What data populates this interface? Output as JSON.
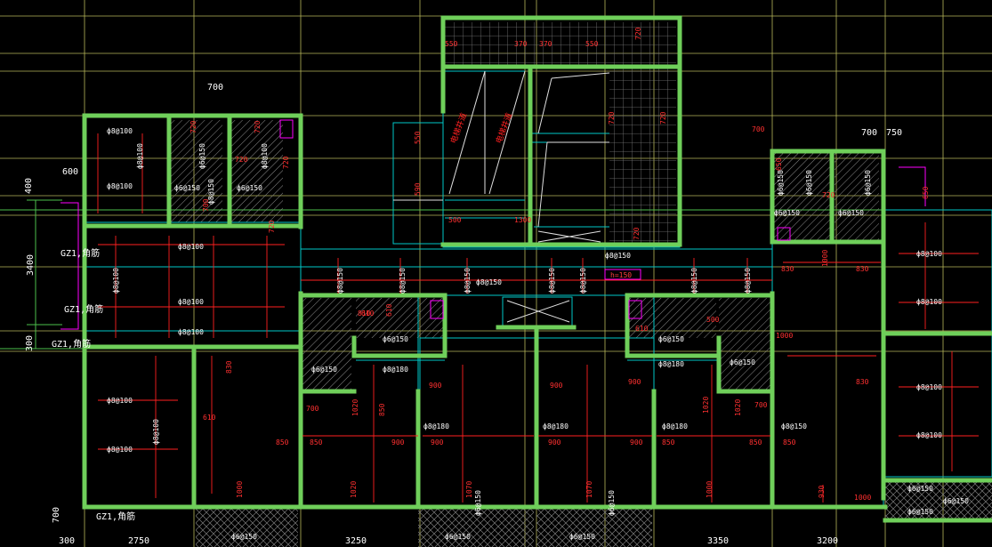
{
  "colors": {
    "background": "#000000",
    "grid_line": "#d8d86a",
    "wall": "#6fcf5a",
    "beam": "#00c8c8",
    "rebar": "#ff2020",
    "dimension_text": "#ffffff",
    "hatch": "#9a9a9a",
    "note": "#ff00ff"
  },
  "top_dimensions": [
    "700",
    "700",
    "750"
  ],
  "left_dimensions": [
    "400",
    "600",
    "3400",
    "300",
    "700"
  ],
  "bottom_dimensions": [
    "300",
    "2750",
    "3250",
    "3350",
    "3200"
  ],
  "column_tags": [
    "GZ1,角筋",
    "GZ1,角筋",
    "GZ1,角筋",
    "GZ1,角筋"
  ],
  "slab_note": "h=150",
  "red_notes": [
    "电梯井道",
    "电梯井道"
  ],
  "rebar_labels": [
    "ф8@100",
    "ф8@100",
    "ф6@150",
    "ф6@150",
    "ф6@150",
    "ф8@100",
    "ф8@100",
    "ф8@100",
    "ф8@100",
    "ф8@100",
    "ф8@100",
    "ф8@150",
    "ф8@150",
    "ф8@150",
    "ф8@150",
    "ф8@150",
    "ф8@150",
    "ф8@150",
    "ф8@150",
    "ф6@150",
    "ф6@150",
    "ф8@180",
    "ф6@150",
    "ф8@180",
    "ф8@100",
    "ф8@100",
    "ф8@100",
    "ф8@180",
    "ф8@180",
    "ф8@180",
    "ф8@150",
    "ф6@150",
    "ф8@150",
    "ф8@100",
    "ф8@100",
    "ф8@100",
    "ф8@100",
    "ф6@150",
    "ф6@150",
    "ф6@150",
    "ф6@150",
    "ф6@150",
    "ф6@150",
    "ф6@150",
    "ф6@150",
    "ф6@150",
    "ф6@150",
    "ф8@150",
    "ф6@150",
    "ф6@150",
    "ф6@150"
  ],
  "span_labels": [
    "550",
    "370",
    "370",
    "550",
    "720",
    "720",
    "720",
    "550",
    "590",
    "720",
    "720",
    "720",
    "720",
    "720",
    "810",
    "830",
    "830",
    "830",
    "1000",
    "1000",
    "1000",
    "900",
    "900",
    "900",
    "900",
    "900",
    "900",
    "900",
    "850",
    "850",
    "850",
    "850",
    "850",
    "850",
    "1020",
    "1020",
    "1020",
    "1020",
    "1070",
    "1070",
    "1000",
    "1000",
    "930",
    "830",
    "610",
    "610",
    "610",
    "610",
    "500",
    "500",
    "1300",
    "650",
    "650",
    "720",
    "720",
    "700",
    "700",
    "700",
    "700"
  ]
}
